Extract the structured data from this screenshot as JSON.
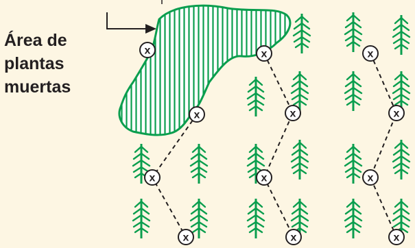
{
  "dead_area_label": {
    "line1": "Área de",
    "line2": "plantas",
    "line3": "muertas"
  },
  "sample_point_marker": "x",
  "colors": {
    "background": "#fdf6e3",
    "plant": "#0a9e4e",
    "dead_area_fill": "#ffffff",
    "text": "#231f20"
  },
  "icons": {
    "plant": "pine-seedling-icon",
    "sample_point": "circled-x-icon",
    "pointer": "elbow-arrow-icon"
  }
}
